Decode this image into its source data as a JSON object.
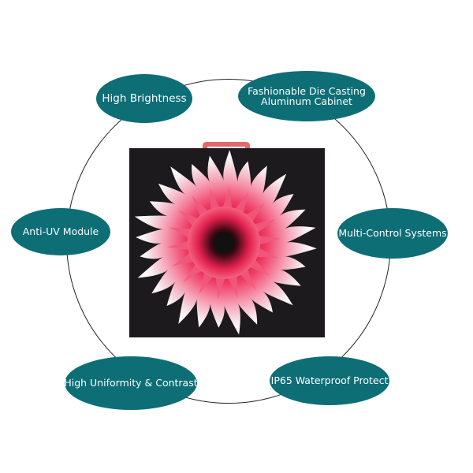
{
  "colors": {
    "pill": "#0d6e76",
    "ring": "#222222",
    "panel": "#1c1a1c",
    "handle": "#e06a6a",
    "flower_outer": "#f4f1f2",
    "flower_mid": "#f05a7c",
    "flower_inner": "#d0153f",
    "flower_center": "#111111"
  },
  "features": {
    "top_left": "High Brightness",
    "top_right": [
      "Fashionable Die Casting",
      "Aluminum Cabinet"
    ],
    "mid_left": "Anti-UV Module",
    "mid_right": "Multi-Control Systems",
    "bottom_left": "High Uniformity & Contrast",
    "bottom_right": "IP65 Waterproof Protect"
  },
  "product": {
    "icon": "led-display-cabinet-with-flower-image"
  }
}
